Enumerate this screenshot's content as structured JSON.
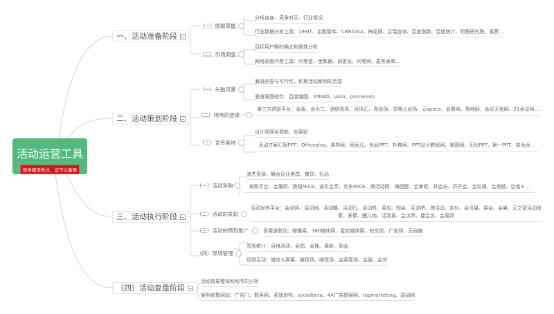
{
  "root": {
    "title": "活动运营工具",
    "badge": "很多都没听过，记下以备用",
    "color": "#52b97f",
    "badge_color": "#c8191f"
  },
  "stages": [
    {
      "label": "一、活动准备阶段",
      "groups": [
        {
          "label": "（一）情报掌握",
          "items": [
            "分析自身、竞争对手、行业情况",
            "行业数据分析工具：199IT、企鹅智库、CBNData、梅花网、艾瑞咨询、百度指数、百度统计、阿里研究院、易赞…"
          ]
        },
        {
          "label": "（二）市场调查",
          "items": [
            "目标用户群的确立和属性分析",
            "网络调查问卷工具：问卷星、金数据、调查派、问卷网、麦客表单…"
          ]
        }
      ]
    },
    {
      "label": "二、活动策划阶段",
      "groups": [
        {
          "label": "（一）头脑风暴",
          "items": [
            "兼具创意与可行性，积累活动案例的灵感",
            "思维导图软件：百度脑图、XMIND、visio、processon"
          ]
        },
        {
          "label": "（二）场地的选择",
          "items": [
            "第三方预定平台：会唐、会小二、酒店哥哥、百场汇、淘会场、去哪儿会场、云space、会聚网、场地网、会议无忧网、51会议网…"
          ]
        },
        {
          "label": "（三）宣传素材",
          "items": [
            "设计师网址导航、创客贴",
            "活动方案汇报PPT：Officeplus、演界网、稻壳儿、优品PPT、扑奔网、PPT设计教程网、我图网、无忧PPT、第一PPT、变色龙…"
          ]
        }
      ]
    },
    {
      "label": "三、活动执行阶段",
      "groups": [
        {
          "label": "（一）活动采购",
          "items": [
            "演艺资源、舞台设计搭建、餐饮、礼品",
            "采购平台：会展邦、携程MICE、途牛会奖、京东MICE、携活动网、嗨团建、会掌柜、开会去、开开会、会议课、会很越、空格+…"
          ]
        },
        {
          "label": "（二）活动的发起",
          "items": [
            "活动发布平台：会点网、活动树、活动酷、活动行、活动时、菜瓜、知会、互动吧、淘活动、友付、会讯易、易会、会睿、云之家活动管家、多聚、圈儿地、活动易、会议邦、捷会议、会易邦"
          ]
        },
        {
          "label": "（三）活动的预热推广",
          "items": [
            "多渠道联动：微播易、360媒体网、星空媒体网、软文街、广告邦、云自媒"
          ]
        },
        {
          "label": "（四）现场管理",
          "items": [
            "签到统计：百格活动、会鸽、会搜、易盼、到会",
            "现场互动：微信大屏幕、趣现场、嗨现场、会客现场、会鼓、会邻"
          ]
        }
      ]
    },
    {
      "label": "（四）活动复盘阶段",
      "groups": [
        {
          "label": "",
          "items": [
            "活动效果整体和细节的分析",
            "案例收集网站：广告门、数英网、麦迪逊邦、socialbeta、4A广告提案网、topmarketing、益阔网"
          ]
        }
      ]
    }
  ]
}
